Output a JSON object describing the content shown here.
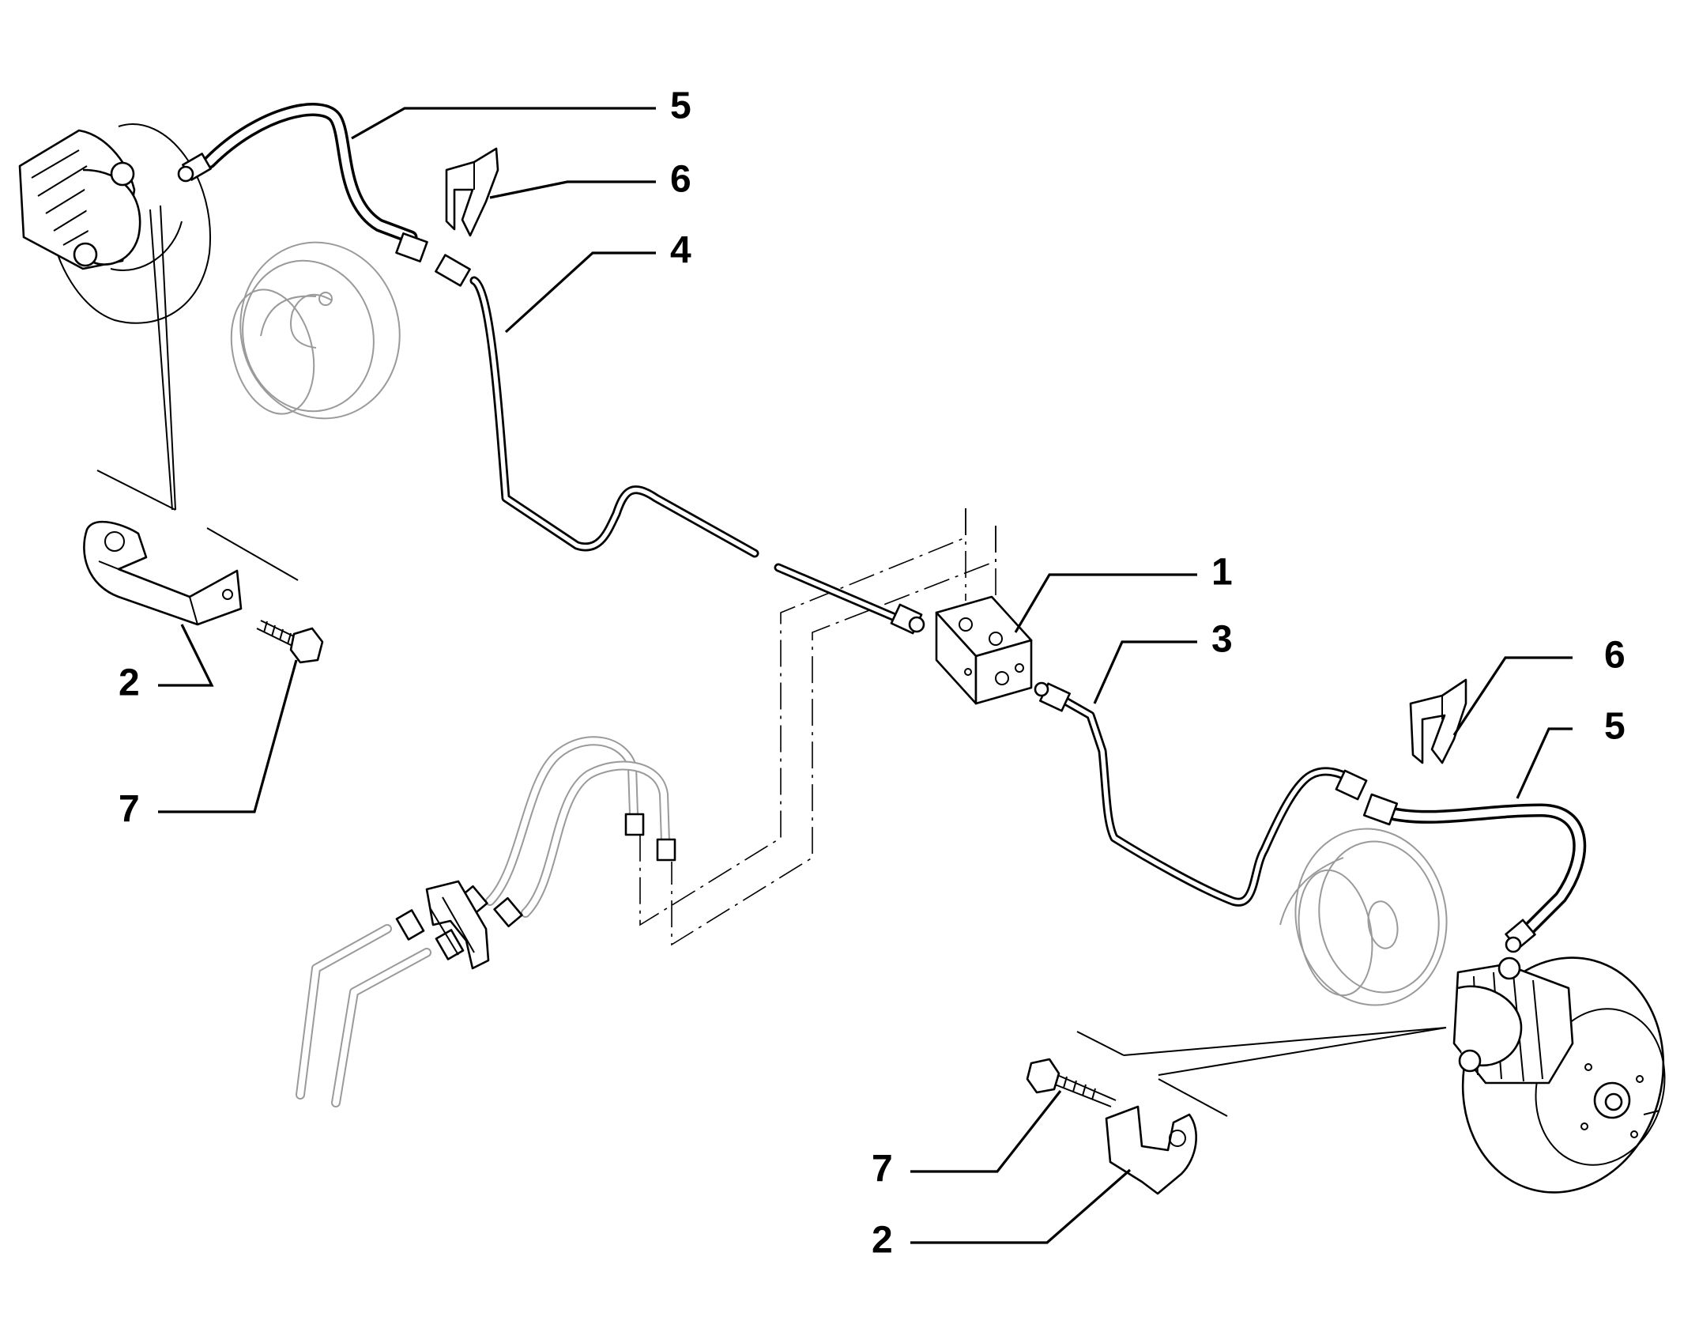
{
  "callouts": {
    "c1": "1",
    "c2_left": "2",
    "c2_right": "2",
    "c3": "3",
    "c4": "4",
    "c5_left": "5",
    "c5_right": "5",
    "c6_left": "6",
    "c6_right": "6",
    "c7_left": "7",
    "c7_right": "7"
  }
}
